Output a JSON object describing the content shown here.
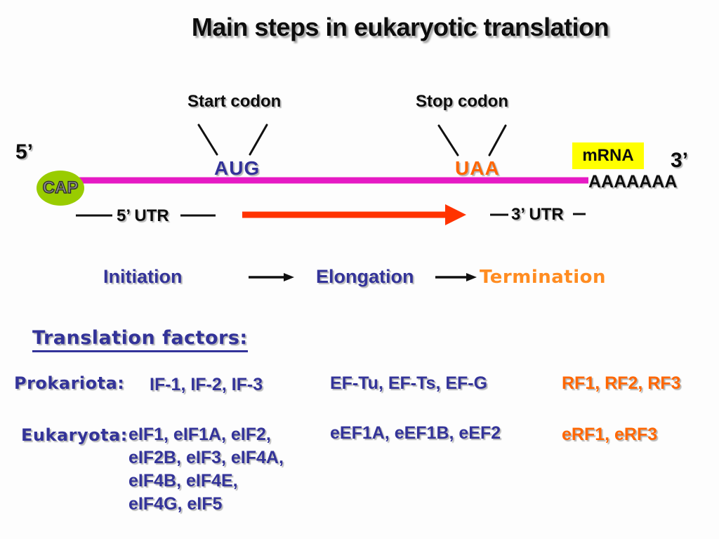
{
  "title": "Main steps in eukaryotic translation",
  "diagram": {
    "start_codon_label": "Start codon",
    "stop_codon_label": "Stop codon",
    "five_prime": "5’",
    "three_prime": "3’",
    "start_codon": "AUG",
    "stop_codon": "UAA",
    "cap_label": "CAP",
    "mrna_label": "mRNA",
    "poly_a_tail": "AAAAAAA",
    "five_utr_label": "5’ UTR",
    "three_utr_label": "3’ UTR"
  },
  "stages": {
    "initiation": "Initiation",
    "elongation": "Elongation",
    "termination": "Termination"
  },
  "factors": {
    "heading": "Translation factors:",
    "rows": [
      {
        "organism": "Prokariota:",
        "initiation": "IF-1, IF-2, IF-3",
        "elongation": "EF-Tu, EF-Ts, EF-G",
        "termination": "RF1, RF2, RF3"
      },
      {
        "organism": "Eukaryota:",
        "initiation_lines": [
          "eIF1, eIF1A, eIF2,",
          "eIF2B, eIF3, eIF4A,",
          "eIF4B, eIF4E,",
          "eIF4G, eIF5"
        ],
        "elongation": "eEF1A, eEF1B, eEF2",
        "termination": "eRF1, eRF3"
      }
    ]
  },
  "colors": {
    "mrna_line": "#e61ac4",
    "cap_fill": "#99cc00",
    "mrna_tag_bg": "#ffff00",
    "coding_arrow": "#ff3300",
    "blue_text": "#333399",
    "orange_text": "#ff6600",
    "termination_orange": "#ff8c21"
  }
}
